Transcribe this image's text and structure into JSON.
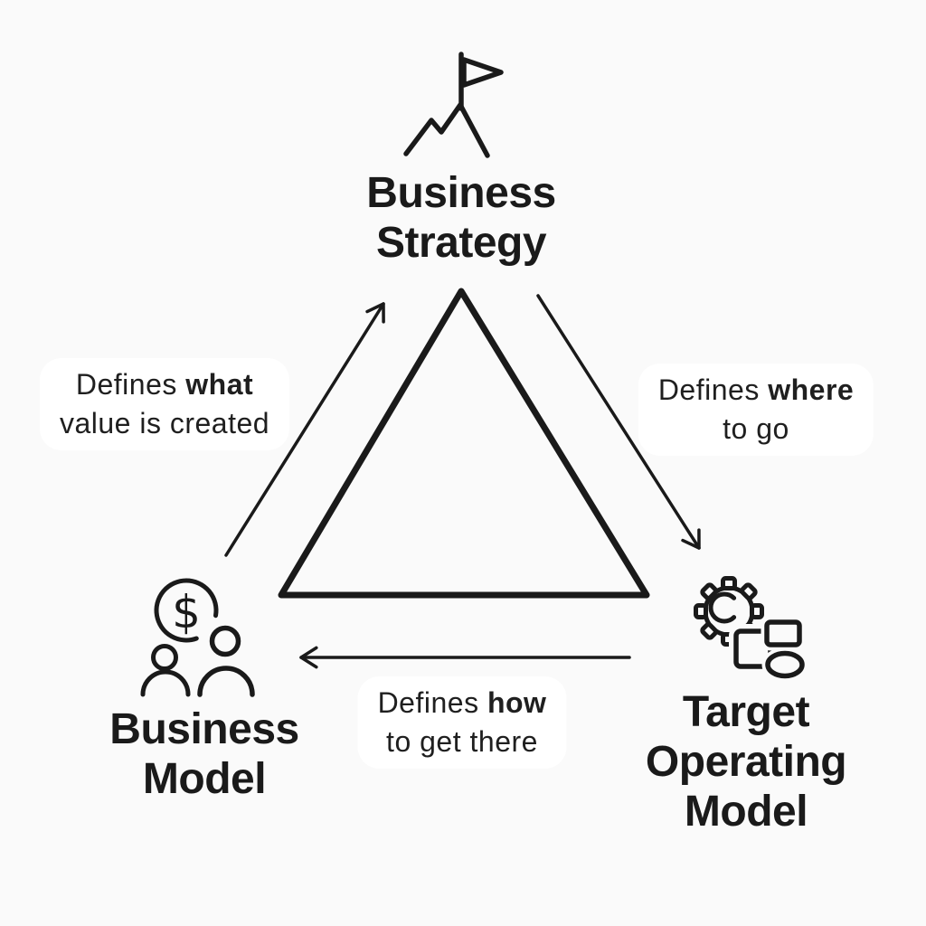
{
  "diagram": {
    "type": "triangle-relationship-diagram",
    "colors": {
      "ink": "#1a1a1a",
      "background": "#fafafa",
      "label_chip": "#ffffff"
    },
    "nodes": [
      {
        "id": "business-strategy",
        "position": "top",
        "icon": "mountain-flag-icon",
        "label_lines": [
          "Business",
          "Strategy"
        ]
      },
      {
        "id": "business-model",
        "position": "bottom-left",
        "icon": "people-dollar-icon",
        "label_lines": [
          "Business",
          "Model"
        ]
      },
      {
        "id": "target-operating-model",
        "position": "bottom-right",
        "icon": "gear-flowchart-icon",
        "label_lines": [
          "Target",
          "Operating",
          "Model"
        ]
      }
    ],
    "edges": [
      {
        "from": "business-model",
        "to": "business-strategy",
        "side": "left",
        "direction": "up",
        "label_prefix": "Defines ",
        "label_bold": "what",
        "label_line2": "value is created"
      },
      {
        "from": "business-strategy",
        "to": "target-operating-model",
        "side": "right",
        "direction": "down",
        "label_prefix": "Defines ",
        "label_bold": "where",
        "label_line2": "to go"
      },
      {
        "from": "target-operating-model",
        "to": "business-model",
        "side": "bottom",
        "direction": "left",
        "label_prefix": "Defines ",
        "label_bold": "how",
        "label_line2": "to get there"
      }
    ]
  }
}
